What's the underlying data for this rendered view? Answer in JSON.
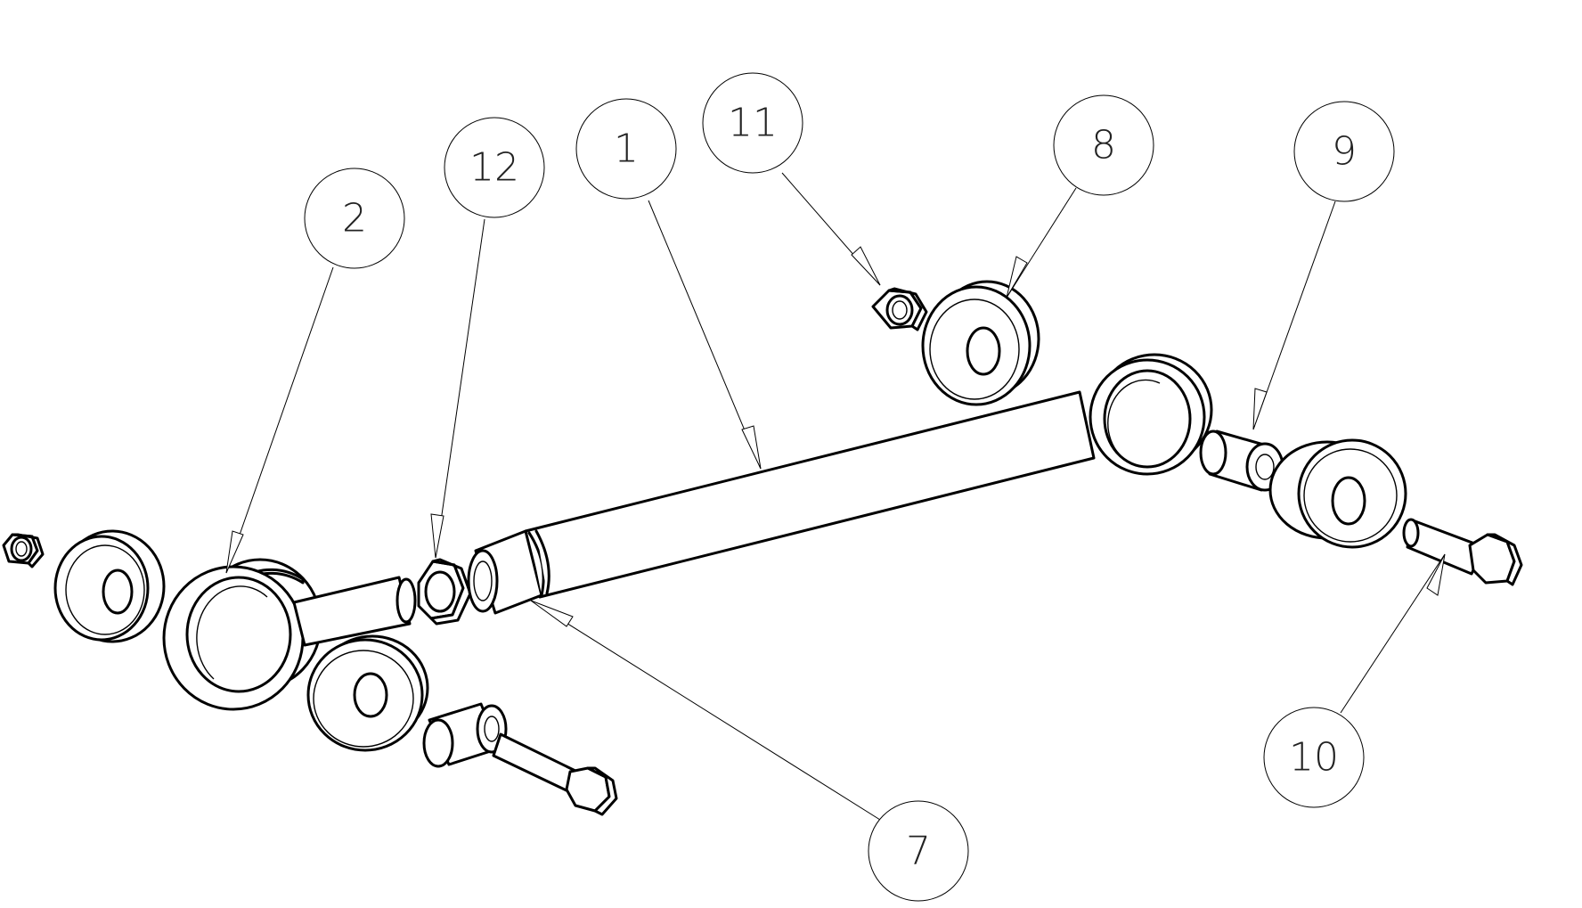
{
  "diagram": {
    "type": "exploded-assembly-drawing",
    "colors": {
      "line": "#000000",
      "background": "#ffffff"
    },
    "callouts": [
      {
        "id": "callout-1",
        "label": "1"
      },
      {
        "id": "callout-2",
        "label": "2"
      },
      {
        "id": "callout-7",
        "label": "7"
      },
      {
        "id": "callout-8",
        "label": "8"
      },
      {
        "id": "callout-9",
        "label": "9"
      },
      {
        "id": "callout-10",
        "label": "10"
      },
      {
        "id": "callout-11",
        "label": "11"
      },
      {
        "id": "callout-12",
        "label": "12"
      }
    ]
  }
}
